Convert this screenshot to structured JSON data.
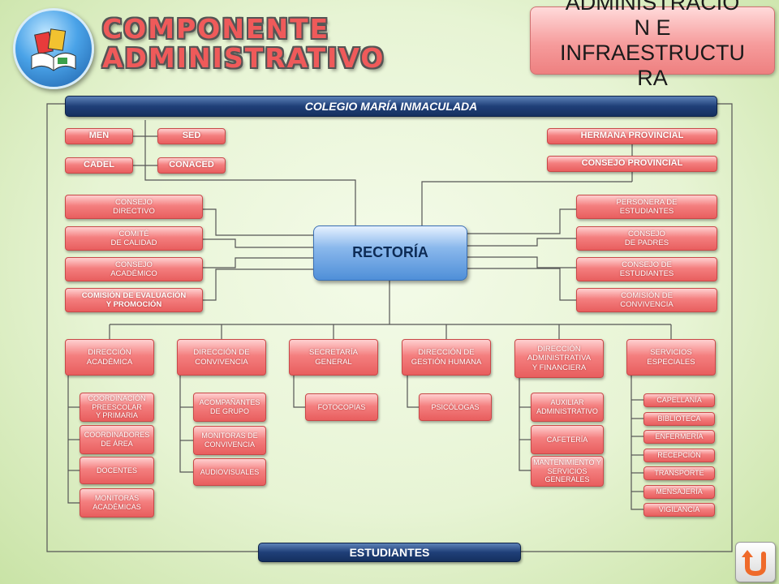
{
  "title": [
    "COMPONENTE",
    "ADMINISTRATIVO"
  ],
  "subtitle": "ADMINISTRACIÓ\nN E\nINFRAESTRUCTU\nRA",
  "icons": {
    "logo": "books-globe-icon",
    "back": "back-arrow-icon"
  },
  "colors": {
    "pink_box": "#f47f7f",
    "navy_bar": "#1f3f78",
    "rectoria": "#6fa6e4",
    "lines": "#555555"
  },
  "org": {
    "school": "COLEGIO MARÍA INMACULADA",
    "students": "ESTUDIANTES",
    "rectoria": "RECTORÍA",
    "external_left": [
      "MEN",
      "SED",
      "CADEL",
      "CONACED"
    ],
    "external_right": [
      "HERMANA PROVINCIAL",
      "CONSEJO PROVINCIAL"
    ],
    "bodies_left": [
      "CONSEJO\nDIRECTIVO",
      "COMITÉ\nDE CALIDAD",
      "CONSEJO\nACADÉMICO",
      "COMISIÓN DE EVALUACIÓN\nY PROMOCIÓN"
    ],
    "bodies_right": [
      "PERSONERA DE\nESTUDIANTES",
      "CONSEJO\nDE PADRES",
      "CONSEJO DE\nESTUDIANTES",
      "COMISIÓN DE\nCONVIVENCIA"
    ],
    "directions": [
      {
        "name": "DIRECCIÓN\nACADÉMICA",
        "items": [
          "COORDINACIÓN\nPREESCOLAR\nY PRIMARIA",
          "COORDINADORES\nDE ÁREA",
          "DOCENTES",
          "MONITORAS\nACADÉMICAS"
        ]
      },
      {
        "name": "DIRECCIÓN DE\nCONVIVENCIA",
        "items": [
          "ACOMPAÑANTES\nDE GRUPO",
          "MONITORAS DE\nCONVIVENCIA",
          "AUDIOVISUALES"
        ]
      },
      {
        "name": "SECRETARÍA\nGENERAL",
        "items": [
          "FOTOCOPIAS"
        ]
      },
      {
        "name": "DIRECCIÓN DE\nGESTIÓN HUMANA",
        "items": [
          "PSICÓLOGAS"
        ]
      },
      {
        "name": "DIRECCIÓN\nADMINISTRATIVA\nY FINANCIERA",
        "items": [
          "AUXILIAR\nADMINISTRATIVO",
          "CAFETERÍA",
          "MANTENIMIENTO Y\nSERVICIOS\nGENERALES"
        ]
      },
      {
        "name": "SERVICIOS\nESPECIALES",
        "items": [
          "CAPELLANÍA",
          "BIBLIOTECA",
          "ENFERMERÍA",
          "RECEPCIÓN",
          "TRANSPORTE",
          "MENSAJERÍA",
          "VIGILANCIA"
        ]
      }
    ]
  }
}
